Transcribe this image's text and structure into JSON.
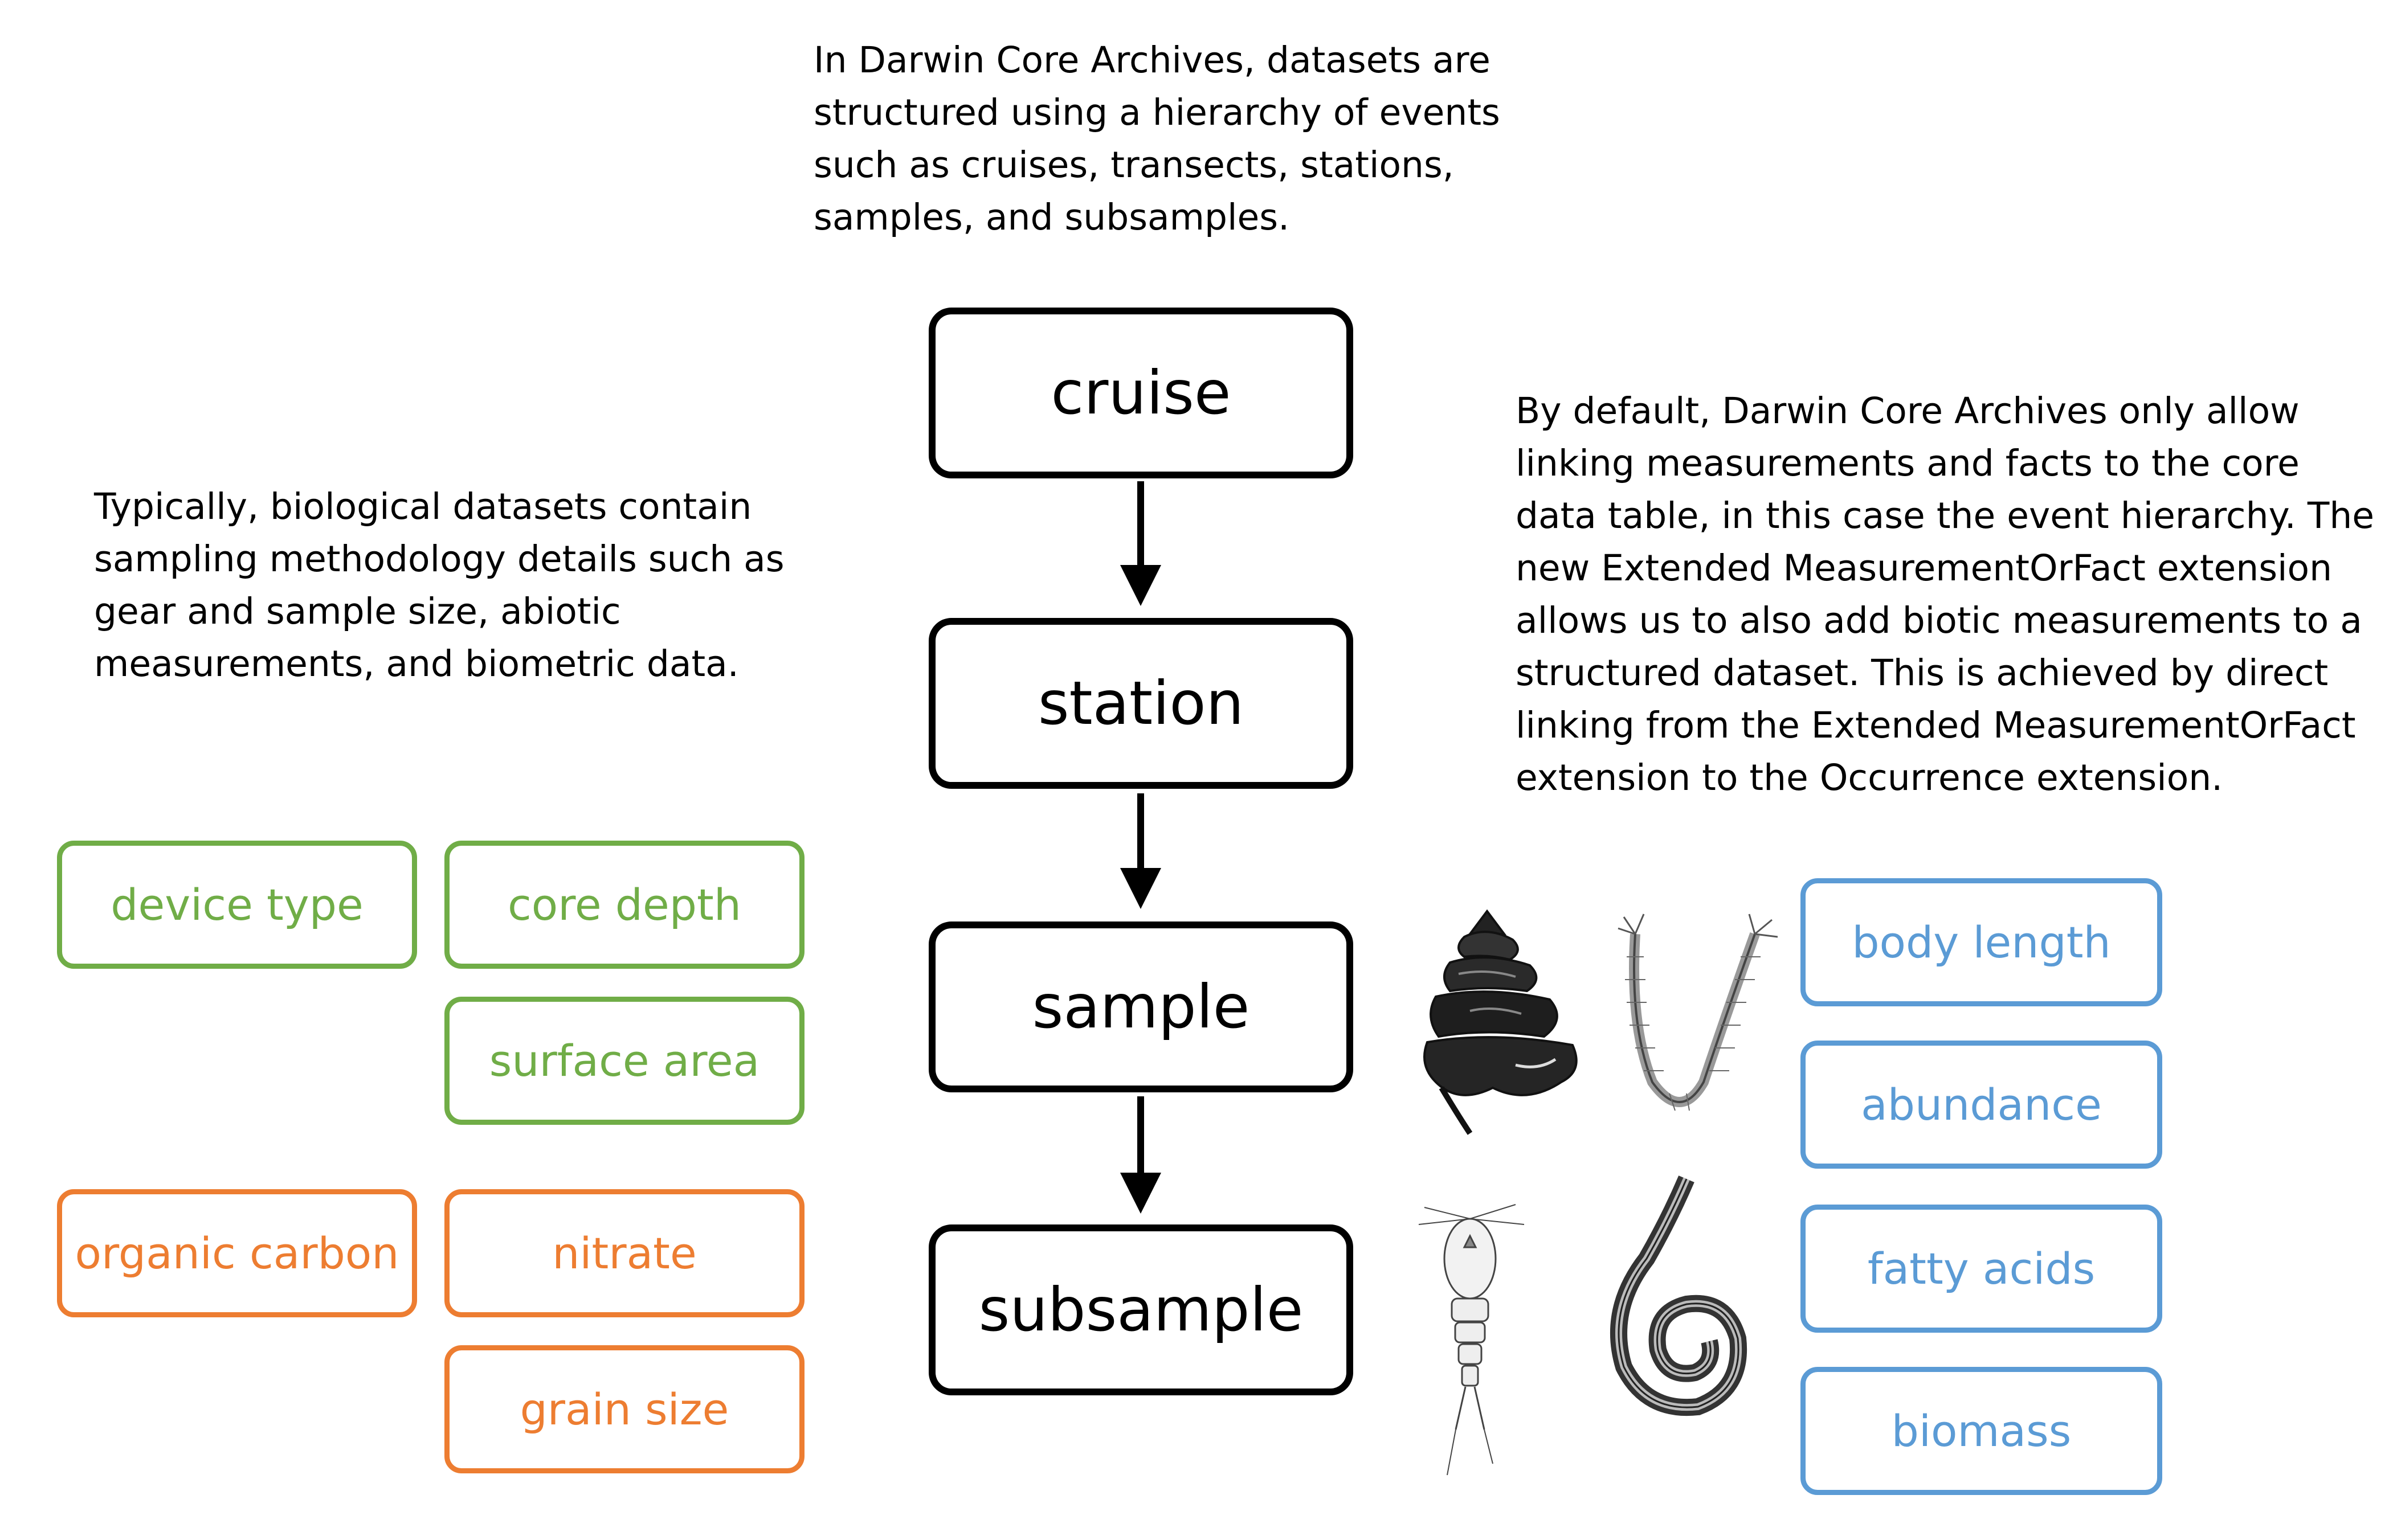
{
  "intro_text": [
    "In Darwin Core Archives, datasets are",
    "structured using a hierarchy of events",
    "such as cruises, transects, stations,",
    "samples, and subsamples."
  ],
  "left_text": [
    "Typically, biological datasets contain",
    "sampling methodology details such as",
    "gear and sample size, abiotic",
    "measurements, and biometric data."
  ],
  "right_text": [
    "By default, Darwin Core Archives only allow",
    "linking measurements and facts to the core",
    "data table, in this case the event hierarchy. The",
    "new Extended MeasurementOrFact extension",
    "allows us to also add biotic measurements to a",
    "structured dataset. This is achieved by direct",
    "linking from the Extended MeasurementOrFact",
    "extension to the Occurrence extension."
  ],
  "hierarchy": {
    "cruise": "cruise",
    "station": "station",
    "sample": "sample",
    "subsample": "subsample"
  },
  "sampling_attributes": {
    "color": "#70ad47",
    "device_type": "device type",
    "core_depth": "core depth",
    "surface_area": "surface area"
  },
  "abiotic_attributes": {
    "color": "#ed7d31",
    "organic_carbon": "organic carbon",
    "nitrate": "nitrate",
    "grain_size": "grain size"
  },
  "biotic_attributes": {
    "color": "#5b9bd5",
    "body_length": "body length",
    "abundance": "abundance",
    "fatty_acids": "fatty acids",
    "biomass": "biomass"
  },
  "organisms": {
    "icons": [
      "snail-shell-icon",
      "polychaete-worm-icon",
      "copepod-icon",
      "nematode-icon"
    ]
  }
}
